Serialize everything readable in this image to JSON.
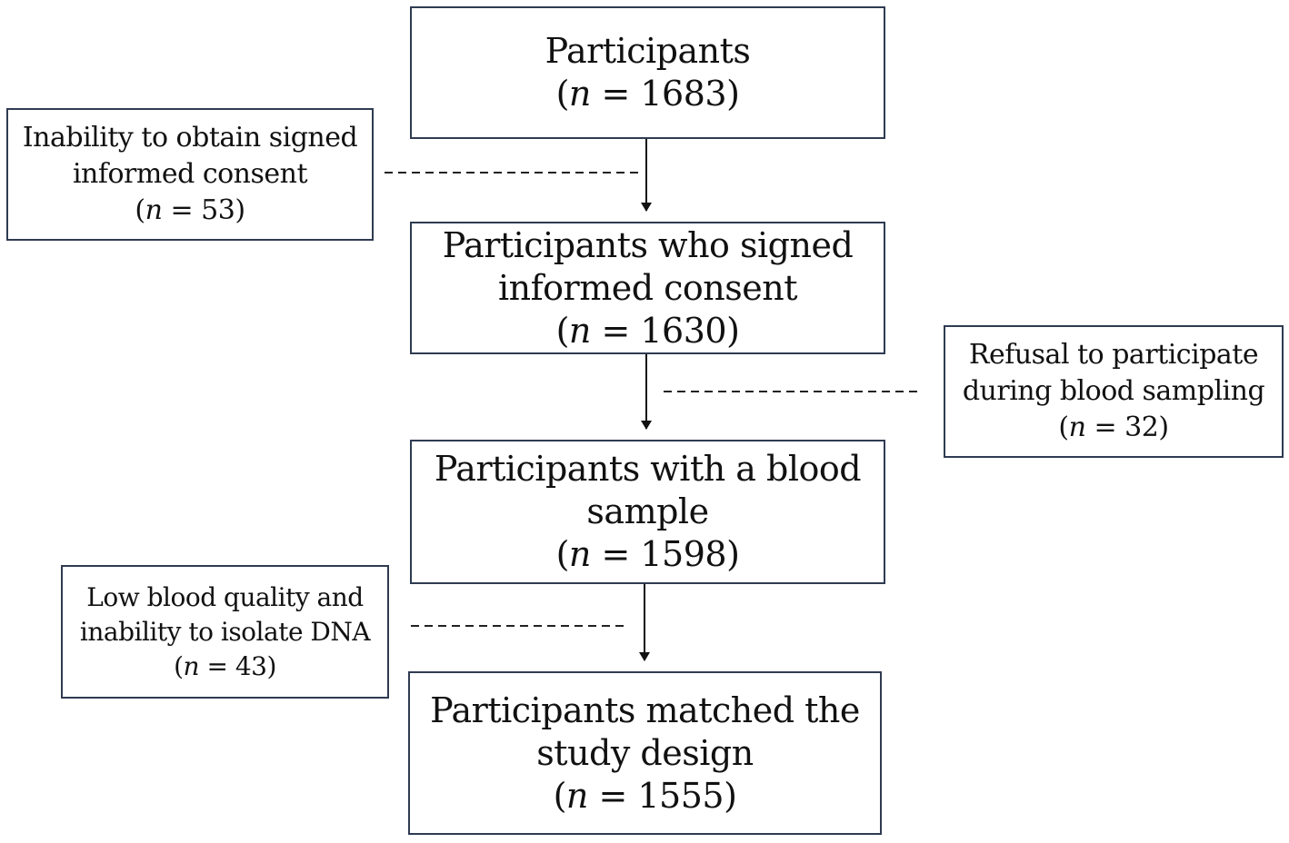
{
  "flowchart": {
    "main_boxes": [
      {
        "lines": [
          "Participants"
        ],
        "n_label": "n",
        "n_eq": " = ",
        "n_value": "1683"
      },
      {
        "lines": [
          "Participants who signed",
          "informed consent"
        ],
        "n_label": "n",
        "n_eq": " = ",
        "n_value": "1630"
      },
      {
        "lines": [
          "Participants with a blood",
          "sample"
        ],
        "n_label": "n",
        "n_eq": " = ",
        "n_value": "1598"
      },
      {
        "lines": [
          "Participants matched the",
          "study design"
        ],
        "n_label": "n",
        "n_eq": " = ",
        "n_value": "1555"
      }
    ],
    "exclusion_boxes": [
      {
        "lines": [
          "Inability to obtain signed",
          "informed consent"
        ],
        "n_label": "n",
        "n_eq": " = ",
        "n_value": "53"
      },
      {
        "lines": [
          "Refusal to participate",
          "during blood sampling"
        ],
        "n_label": "n",
        "n_eq": " = ",
        "n_value": "32"
      },
      {
        "lines": [
          "Low blood quality and",
          "inability to isolate DNA"
        ],
        "n_label": "n",
        "n_eq": " = ",
        "n_value": "43"
      }
    ]
  }
}
